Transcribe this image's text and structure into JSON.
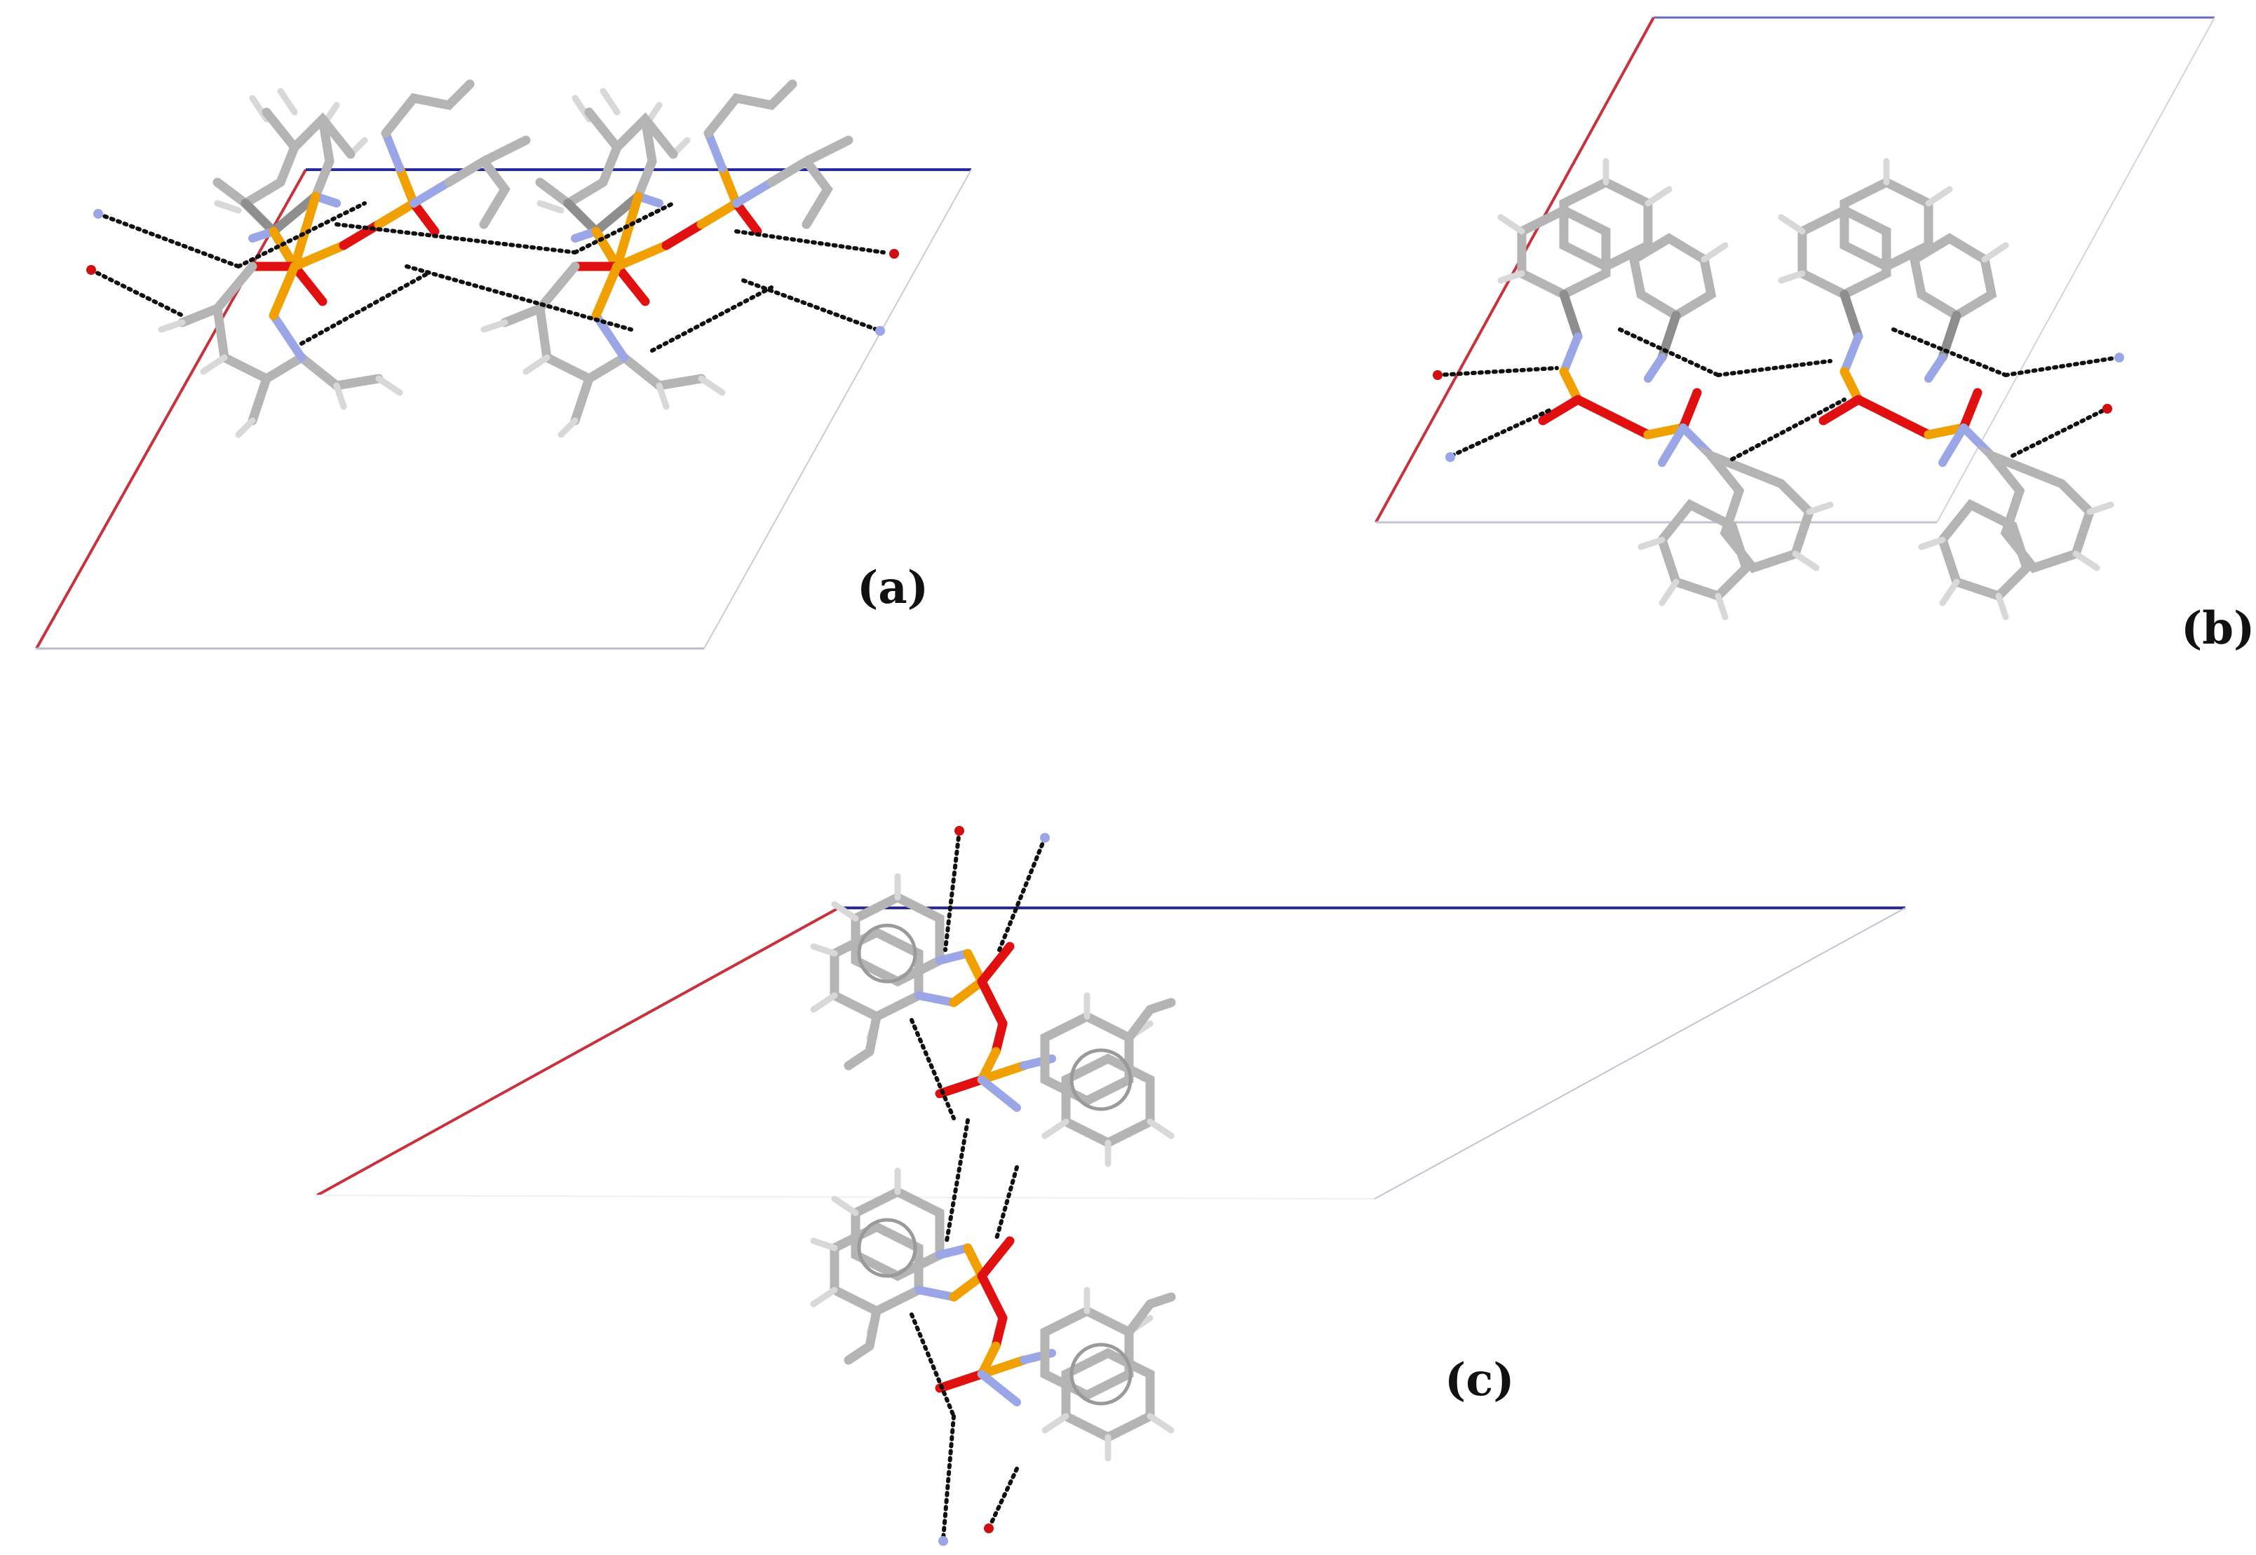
{
  "panels": [
    {
      "id": "a",
      "label": "(a)"
    },
    {
      "id": "b",
      "label": "(b)"
    },
    {
      "id": "c",
      "label": "(c)"
    }
  ],
  "colors": {
    "axis_a": "#c8323c",
    "axis_c": "#2a2aa0",
    "cell_edge": "#b8bccc",
    "phosphorus": "#f0a000",
    "oxygen": "#e01010",
    "nitrogen": "#9aa6e6",
    "carbon": "#b4b4b4",
    "hydrogen": "#e2e2e2",
    "hydrogen_bond": "#111111"
  }
}
